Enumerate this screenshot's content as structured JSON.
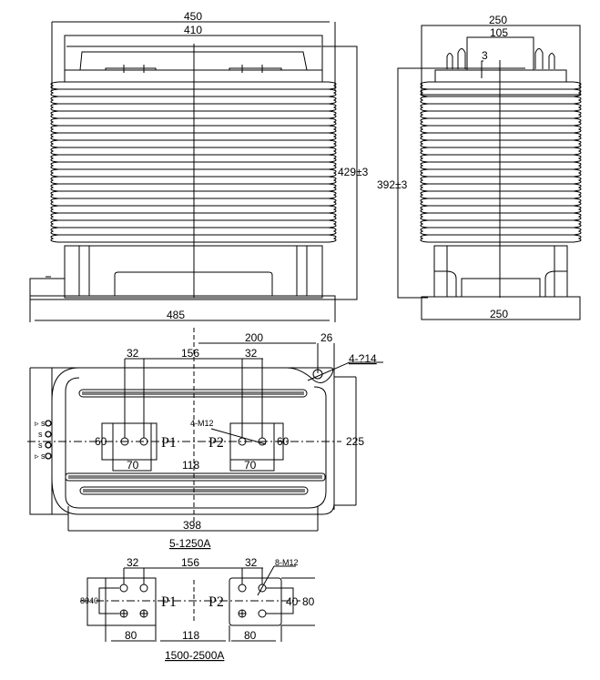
{
  "front_view": {
    "dim_overall_width": "450",
    "dim_inner_width": "410",
    "dim_height": "429±3",
    "dim_base_width": "485"
  },
  "side_view": {
    "dim_overall_width": "250",
    "dim_terminal_width": "105",
    "dim_offset": "3",
    "dim_height": "392±3",
    "dim_base_width": "250"
  },
  "bottom_view": {
    "dim_hole_spacing": "200",
    "dim_hole_edge": "26",
    "hole_callout": "4-?14",
    "dim_bolt_left": "32",
    "dim_center": "156",
    "dim_bolt_right": "32",
    "dim_plate_h_left": "60",
    "dim_plate_h_right": "60",
    "dim_plate_w_left": "70",
    "dim_plate_w_right": "70",
    "dim_gap": "118",
    "dim_depth": "225",
    "dim_bottom_width": "398",
    "terminal_callout": "4-M12",
    "label_p1": "P1",
    "label_p2": "P2",
    "caption": "5-1250A"
  },
  "terminal_detail": {
    "dim_bolt_left": "32",
    "dim_center": "156",
    "dim_bolt_right": "32",
    "terminal_callout": "8-M12",
    "dim_left_pair": "8040",
    "dim_right_inner": "40",
    "dim_right_outer": "80",
    "dim_plate_w_left": "80",
    "dim_gap": "118",
    "dim_plate_w_right": "80",
    "label_p1": "P1",
    "label_p2": "P2",
    "caption": "1500-2500A"
  }
}
